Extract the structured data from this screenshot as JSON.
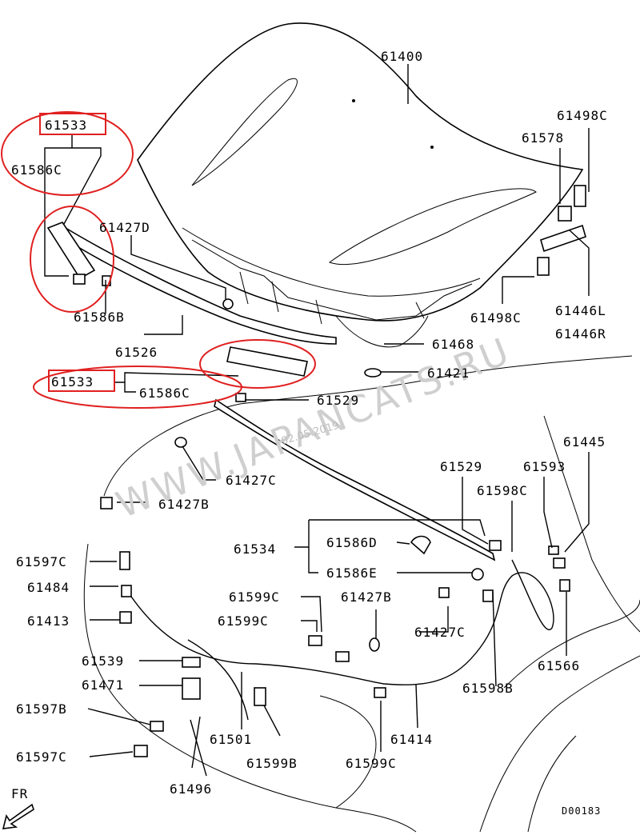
{
  "labels": {
    "l61400": "61400",
    "l61533a": "61533",
    "l61586Ca": "61586C",
    "l61427Da": "61427D",
    "l61586B": "61586B",
    "l61526": "61526",
    "l61533b": "61533",
    "l61586Cb": "61586C",
    "l61529a": "61529",
    "l61468": "61468",
    "l61421": "61421",
    "l61498Ca": "61498C",
    "l61578": "61578",
    "l61498Cb": "61498C",
    "l61446L": "61446L",
    "l61446R": "61446R",
    "l61445": "61445",
    "l61529b": "61529",
    "l61593": "61593",
    "l61598Ca": "61598C",
    "l61427Ca": "61427C",
    "l61427B": "61427B",
    "l61534": "61534",
    "l61586D": "61586D",
    "l61586E": "61586E",
    "l61597Ca": "61597C",
    "l61484": "61484",
    "l61413": "61413",
    "l61599Ca": "61599C",
    "l61599Cb": "61599C",
    "l61427Bb": "61427B",
    "l61427Cb": "61427C",
    "l61566": "61566",
    "l61539": "61539",
    "l61471": "61471",
    "l61597B": "61597B",
    "l61597Cb": "61597C",
    "l61501": "61501",
    "l61599B": "61599B",
    "l61599Cc": "61599C",
    "l61414": "61414",
    "l61598B": "61598B",
    "l61496": "61496",
    "fr": "FR",
    "code": "D00183"
  },
  "watermark": {
    "text": "WWW.JAPANCATS.RU",
    "date": "02.05.2019"
  },
  "colors": {
    "highlight": "#e02020",
    "line": "#000000",
    "watermark": "#cfcfcf"
  }
}
